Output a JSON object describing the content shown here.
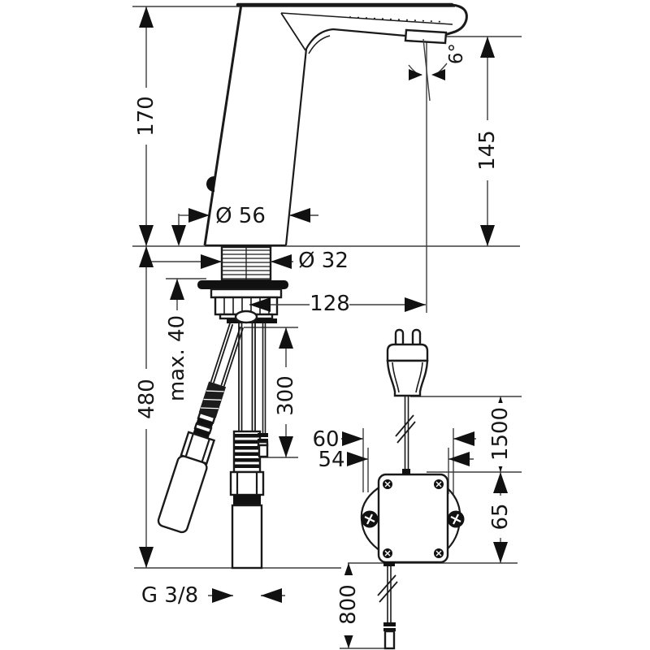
{
  "labels": {
    "overall_height": "170",
    "spout_height": "145",
    "spout_angle": "6°",
    "base_diameter": "Ø 56",
    "shank_diameter": "Ø 32",
    "spout_reach": "128",
    "max_counter_thickness": "max. 40",
    "hose_length": "480",
    "sensor_cable_length": "300",
    "box_outer_width": "60",
    "box_body_width": "54",
    "power_cable_length": "1500",
    "box_height": "65",
    "outlet_cable_length": "800",
    "thread_size": "G 3/8"
  },
  "colors": {
    "line": "#1a1a1a",
    "dim_line": "#3d3d3d",
    "background": "#ffffff"
  }
}
